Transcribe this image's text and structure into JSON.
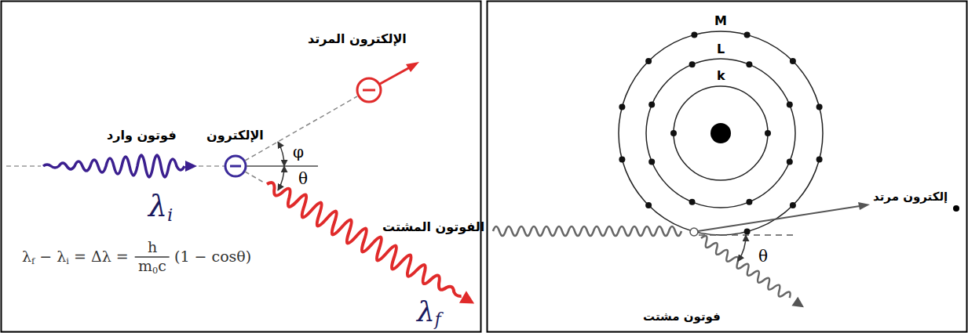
{
  "diagram": {
    "labels": [
      "فوتون وارد",
      "الإلكترون",
      "الإلكترون المرتد",
      "φ",
      "θ",
      "λi",
      "الفوتون المشتت",
      "λf",
      "λf − λi = Δλ =",
      "h",
      "m0c",
      "(1 − cosθ)",
      "M",
      "L",
      "k",
      "إلكترون مرتد",
      "فوتون مشتت",
      "θ"
    ]
  }
}
